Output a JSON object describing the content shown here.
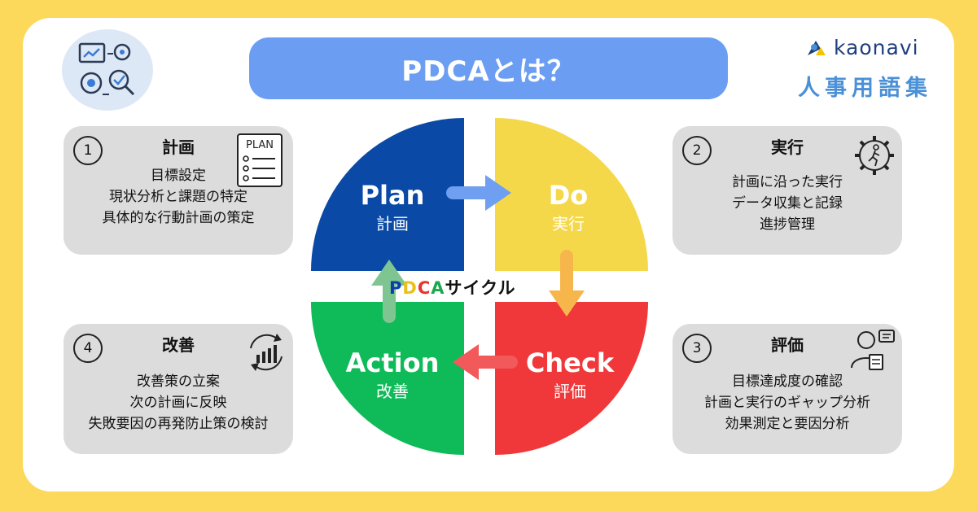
{
  "header": {
    "title": "PDCAとは？"
  },
  "brand": {
    "name": "kaonavi",
    "sub": "人事用語集"
  },
  "cycle": {
    "label_letters": [
      {
        "char": "P",
        "color": "#0a3ea8"
      },
      {
        "char": "D",
        "color": "#e8c21a"
      },
      {
        "char": "C",
        "color": "#e8332e"
      },
      {
        "char": "A",
        "color": "#1aa84e"
      }
    ],
    "label_suffix": "サイクル"
  },
  "quadrants": {
    "plan": {
      "en": "Plan",
      "ja": "計画",
      "color": "#0a4aa6"
    },
    "do": {
      "en": "Do",
      "ja": "実行",
      "color": "#f5d84a"
    },
    "check": {
      "en": "Check",
      "ja": "評価",
      "color": "#f0383a"
    },
    "action": {
      "en": "Action",
      "ja": "改善",
      "color": "#0fba58"
    }
  },
  "arrows": {
    "plan_to_do": "#6f9ff0",
    "do_to_check": "#f7b64c",
    "check_to_action": "#f2595a",
    "action_to_plan": "#7ec591"
  },
  "steps": {
    "plan": {
      "num": "1",
      "title": "計画",
      "icon": "plan-document-icon",
      "items": [
        "目標設定",
        "現状分析と課題の特定",
        "具体的な行動計画の策定"
      ]
    },
    "do": {
      "num": "2",
      "title": "実行",
      "icon": "gear-runner-icon",
      "items": [
        "計画に沿った実行",
        "データ収集と記録",
        "進捗管理"
      ]
    },
    "check": {
      "num": "3",
      "title": "評価",
      "icon": "reviewer-icon",
      "items": [
        "目標達成度の確認",
        "計画と実行のギャップ分析",
        "効果測定と要因分析"
      ]
    },
    "action": {
      "num": "4",
      "title": "改善",
      "icon": "growth-chart-icon",
      "items": [
        "改善策の立案",
        "次の計画に反映",
        "失敗要因の再発防止策の検討"
      ]
    }
  },
  "plan_icon_text": "PLAN"
}
